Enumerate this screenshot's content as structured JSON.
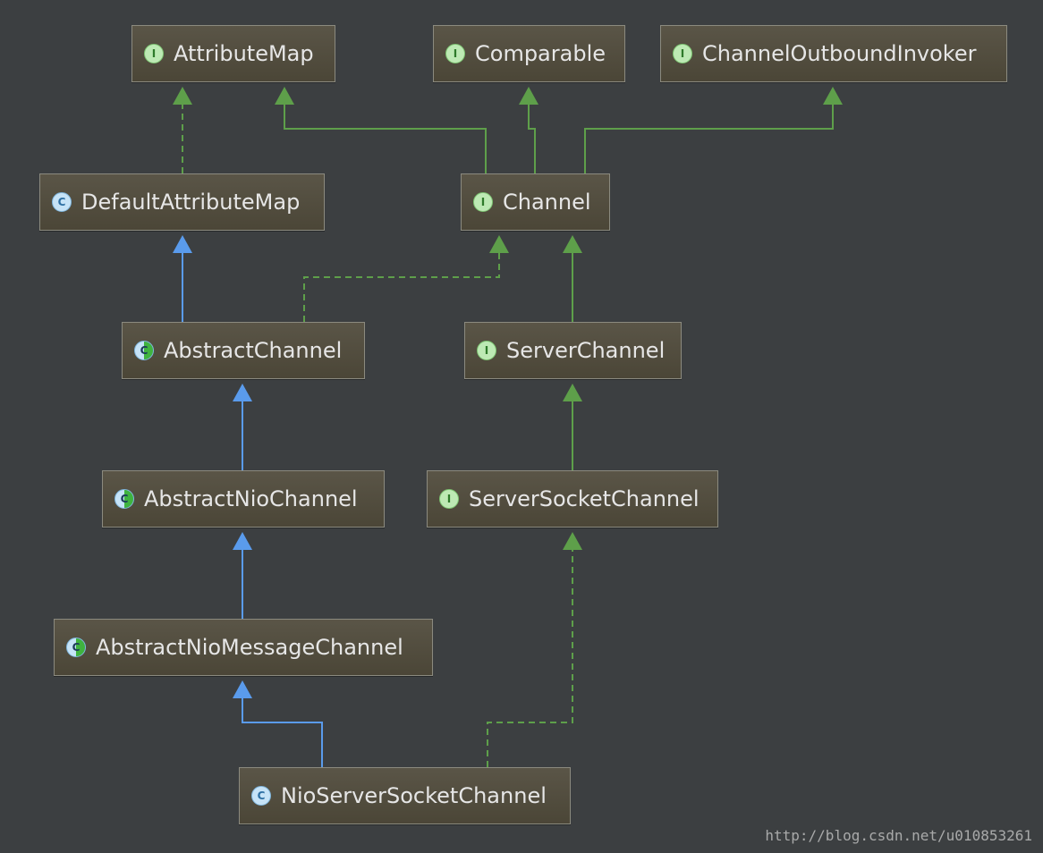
{
  "colors": {
    "background": "#3c3f41",
    "implements_edge": "#5e9f4a",
    "extends_edge": "#5a9bec"
  },
  "nodes": [
    {
      "id": "AttributeMap",
      "label": "AttributeMap",
      "kind": "interface",
      "badge": "I"
    },
    {
      "id": "Comparable",
      "label": "Comparable",
      "kind": "interface",
      "badge": "I"
    },
    {
      "id": "ChannelOutboundInvoker",
      "label": "ChannelOutboundInvoker",
      "kind": "interface",
      "badge": "I"
    },
    {
      "id": "DefaultAttributeMap",
      "label": "DefaultAttributeMap",
      "kind": "class",
      "badge": "C"
    },
    {
      "id": "Channel",
      "label": "Channel",
      "kind": "interface",
      "badge": "I"
    },
    {
      "id": "AbstractChannel",
      "label": "AbstractChannel",
      "kind": "abstract",
      "badge": "C"
    },
    {
      "id": "ServerChannel",
      "label": "ServerChannel",
      "kind": "interface",
      "badge": "I"
    },
    {
      "id": "AbstractNioChannel",
      "label": "AbstractNioChannel",
      "kind": "abstract",
      "badge": "C"
    },
    {
      "id": "ServerSocketChannel",
      "label": "ServerSocketChannel",
      "kind": "interface",
      "badge": "I"
    },
    {
      "id": "AbstractNioMessageChannel",
      "label": "AbstractNioMessageChannel",
      "kind": "abstract",
      "badge": "C"
    },
    {
      "id": "NioServerSocketChannel",
      "label": "NioServerSocketChannel",
      "kind": "class",
      "badge": "C"
    }
  ],
  "edges": [
    {
      "from": "DefaultAttributeMap",
      "to": "AttributeMap",
      "type": "implements"
    },
    {
      "from": "Channel",
      "to": "AttributeMap",
      "type": "extends-interface"
    },
    {
      "from": "Channel",
      "to": "Comparable",
      "type": "extends-interface"
    },
    {
      "from": "Channel",
      "to": "ChannelOutboundInvoker",
      "type": "extends-interface"
    },
    {
      "from": "AbstractChannel",
      "to": "DefaultAttributeMap",
      "type": "extends"
    },
    {
      "from": "AbstractChannel",
      "to": "Channel",
      "type": "implements"
    },
    {
      "from": "ServerChannel",
      "to": "Channel",
      "type": "extends-interface"
    },
    {
      "from": "AbstractNioChannel",
      "to": "AbstractChannel",
      "type": "extends"
    },
    {
      "from": "ServerSocketChannel",
      "to": "ServerChannel",
      "type": "extends-interface"
    },
    {
      "from": "AbstractNioMessageChannel",
      "to": "AbstractNioChannel",
      "type": "extends"
    },
    {
      "from": "NioServerSocketChannel",
      "to": "AbstractNioMessageChannel",
      "type": "extends"
    },
    {
      "from": "NioServerSocketChannel",
      "to": "ServerSocketChannel",
      "type": "implements"
    }
  ],
  "watermark": "http://blog.csdn.net/u010853261"
}
